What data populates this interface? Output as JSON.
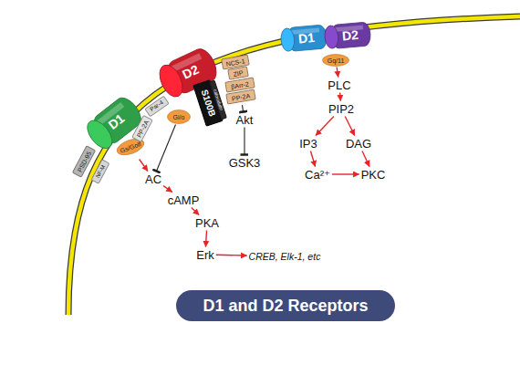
{
  "diagram": {
    "title": "D1 and D2 Receptors",
    "nodes": [
      {
        "text": [
          "D1"
        ]
      },
      {
        "text": [
          "PSD-95"
        ]
      },
      {
        "text": [
          "NF-M"
        ]
      },
      {
        "text": [
          "Gs/Golf"
        ]
      },
      {
        "text": [
          "PP-2A"
        ]
      },
      {
        "text": [
          "D2"
        ]
      },
      {
        "text": [
          "Par-4"
        ]
      },
      {
        "text": [
          "Gi/o"
        ]
      },
      {
        "text": [
          "S100B"
        ]
      },
      {
        "text": [
          "calmodulin"
        ]
      },
      {
        "text": [
          "NCS-1"
        ]
      },
      {
        "text": [
          "ZIP"
        ]
      },
      {
        "text": [
          "βArr-2"
        ]
      },
      {
        "text": [
          "PP-2A"
        ]
      },
      {
        "text": [
          "Akt"
        ]
      },
      {
        "text": [
          "GSK3"
        ]
      },
      {
        "text": [
          "AC"
        ]
      },
      {
        "text": [
          "cAMP"
        ]
      },
      {
        "text": [
          "PKA"
        ]
      },
      {
        "text": [
          "Erk"
        ]
      },
      {
        "text": [
          "CREB, Elk-1, etc"
        ]
      },
      {
        "text": [
          "D1"
        ]
      },
      {
        "text": [
          "D2"
        ]
      },
      {
        "text": [
          "Gq/11"
        ]
      },
      {
        "text": [
          "PLC"
        ]
      },
      {
        "text": [
          "PIP2"
        ]
      },
      {
        "text": [
          "IP3"
        ]
      },
      {
        "text": [
          "DAG"
        ]
      },
      {
        "text": [
          "Ca²⁺"
        ]
      },
      {
        "text": [
          "PKC"
        ]
      }
    ],
    "edges": [
      {
        "from": 3,
        "to": 16,
        "arrow": "to"
      },
      {
        "from": 7,
        "to": 16,
        "arrow": "to"
      },
      {
        "from": 16,
        "to": 17,
        "arrow": "to"
      },
      {
        "from": 17,
        "to": 18,
        "arrow": "to"
      },
      {
        "from": 18,
        "to": 19,
        "arrow": "to"
      },
      {
        "from": 19,
        "to": 20,
        "arrow": "to"
      },
      {
        "from": 13,
        "to": 14,
        "arrow": "to"
      },
      {
        "from": 14,
        "to": 15,
        "arrow": "to"
      },
      {
        "from": 23,
        "to": 24,
        "arrow": "to"
      },
      {
        "from": 24,
        "to": 25,
        "arrow": "to"
      },
      {
        "from": 25,
        "to": 26,
        "arrow": "to"
      },
      {
        "from": 25,
        "to": 27,
        "arrow": "to"
      },
      {
        "from": 26,
        "to": 28,
        "arrow": "to"
      },
      {
        "from": 27,
        "to": 29,
        "arrow": "to"
      },
      {
        "from": 28,
        "to": 29,
        "arrow": "to"
      }
    ]
  }
}
